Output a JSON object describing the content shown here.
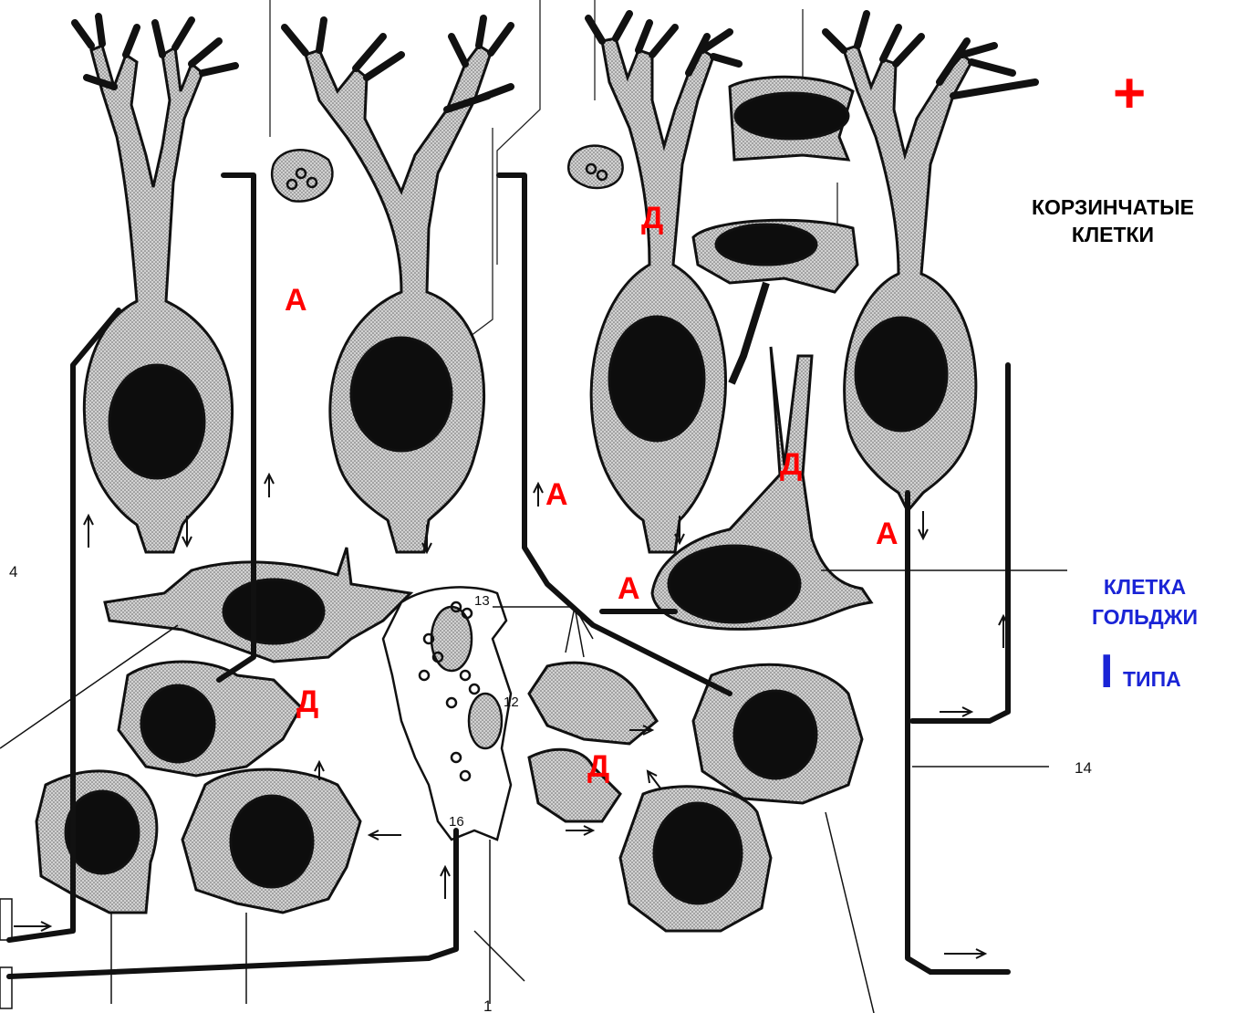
{
  "labels": {
    "basket_cells": "КОРЗИНЧАТЫЕ\nКЛЕТКИ",
    "golgi_cell": "КЛЕТКА\nГОЛЬДЖИ",
    "golgi_type_roman": "I",
    "golgi_type": "ТИПА",
    "plus_sign": "+"
  },
  "markers": {
    "axon": "А",
    "dendrite": "Д"
  },
  "figure_numbers": {
    "n1": "1",
    "n4": "4",
    "n12": "12",
    "n13": "13",
    "n14": "14",
    "n16": "16"
  },
  "colors": {
    "annotation_red": "#ff0000",
    "annotation_blue": "#1a24d6",
    "cell_fill": "#c8c8c8",
    "nucleus": "#0d0d0d"
  }
}
